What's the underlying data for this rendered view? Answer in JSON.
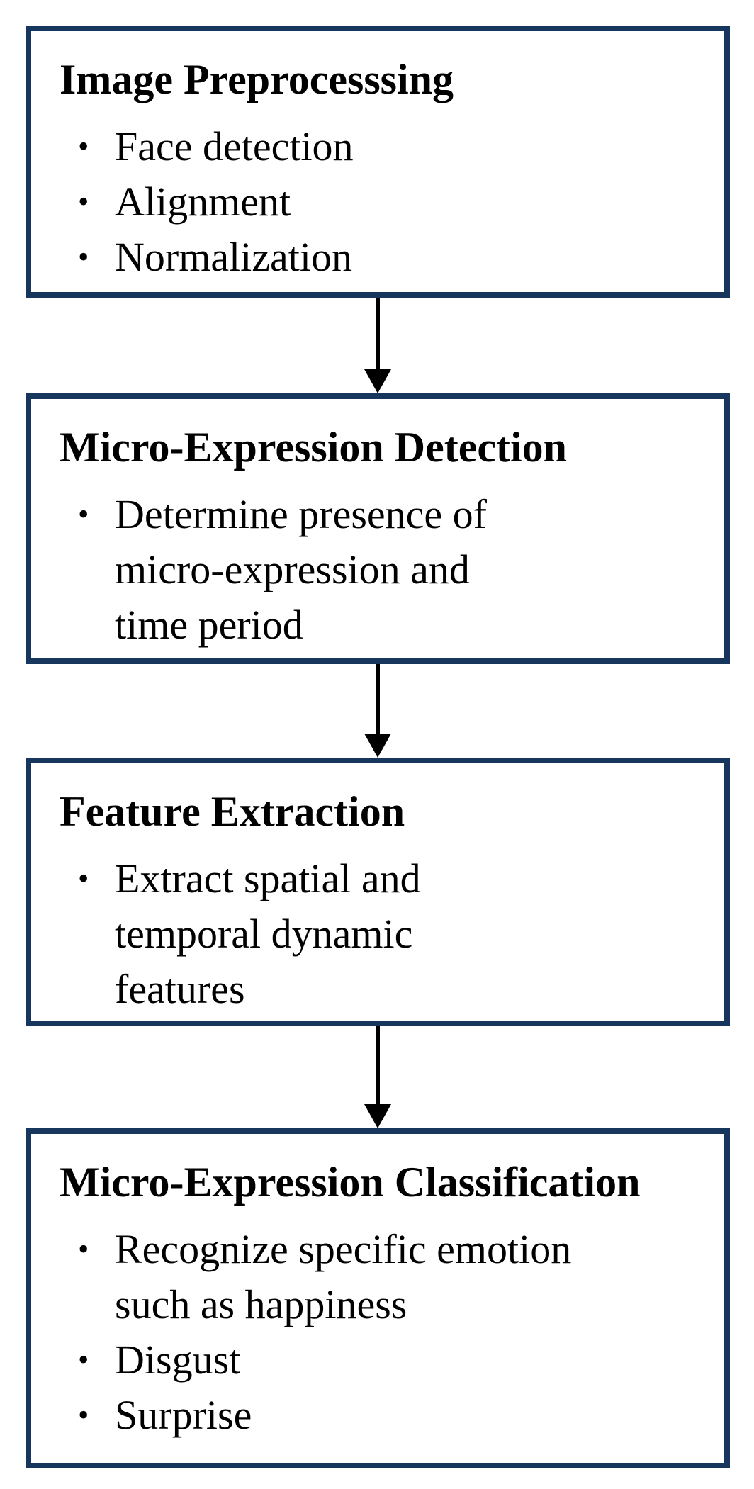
{
  "diagram": {
    "type": "flowchart",
    "direction": "top-to-bottom",
    "colors": {
      "background": "#ffffff",
      "box_border": "#17365d",
      "box_fill": "#ffffff",
      "text": "#000000",
      "arrow": "#000000"
    },
    "bullet_char": "•",
    "boxes": [
      {
        "id": "image-preprocessing",
        "title": "Image Preprocesssing",
        "bullets": [
          "Face detection",
          "Alignment",
          "Normalization"
        ]
      },
      {
        "id": "micro-expression-detection",
        "title": "Micro-Expression Detection",
        "bullets": [
          "Determine presence of\nmicro-expression and\ntime period"
        ]
      },
      {
        "id": "feature-extraction",
        "title": "Feature Extraction",
        "bullets": [
          "Extract spatial and\ntemporal dynamic\nfeatures"
        ]
      },
      {
        "id": "micro-expression-classification",
        "title": "Micro-Expression Classification",
        "bullets": [
          "Recognize specific emotion\nsuch as happiness",
          "Disgust",
          "Surprise"
        ]
      }
    ],
    "connectors": [
      {
        "from": "image-preprocessing",
        "to": "micro-expression-detection",
        "style": "arrow-down"
      },
      {
        "from": "micro-expression-detection",
        "to": "feature-extraction",
        "style": "arrow-down"
      },
      {
        "from": "feature-extraction",
        "to": "micro-expression-classification",
        "style": "arrow-down"
      }
    ]
  }
}
